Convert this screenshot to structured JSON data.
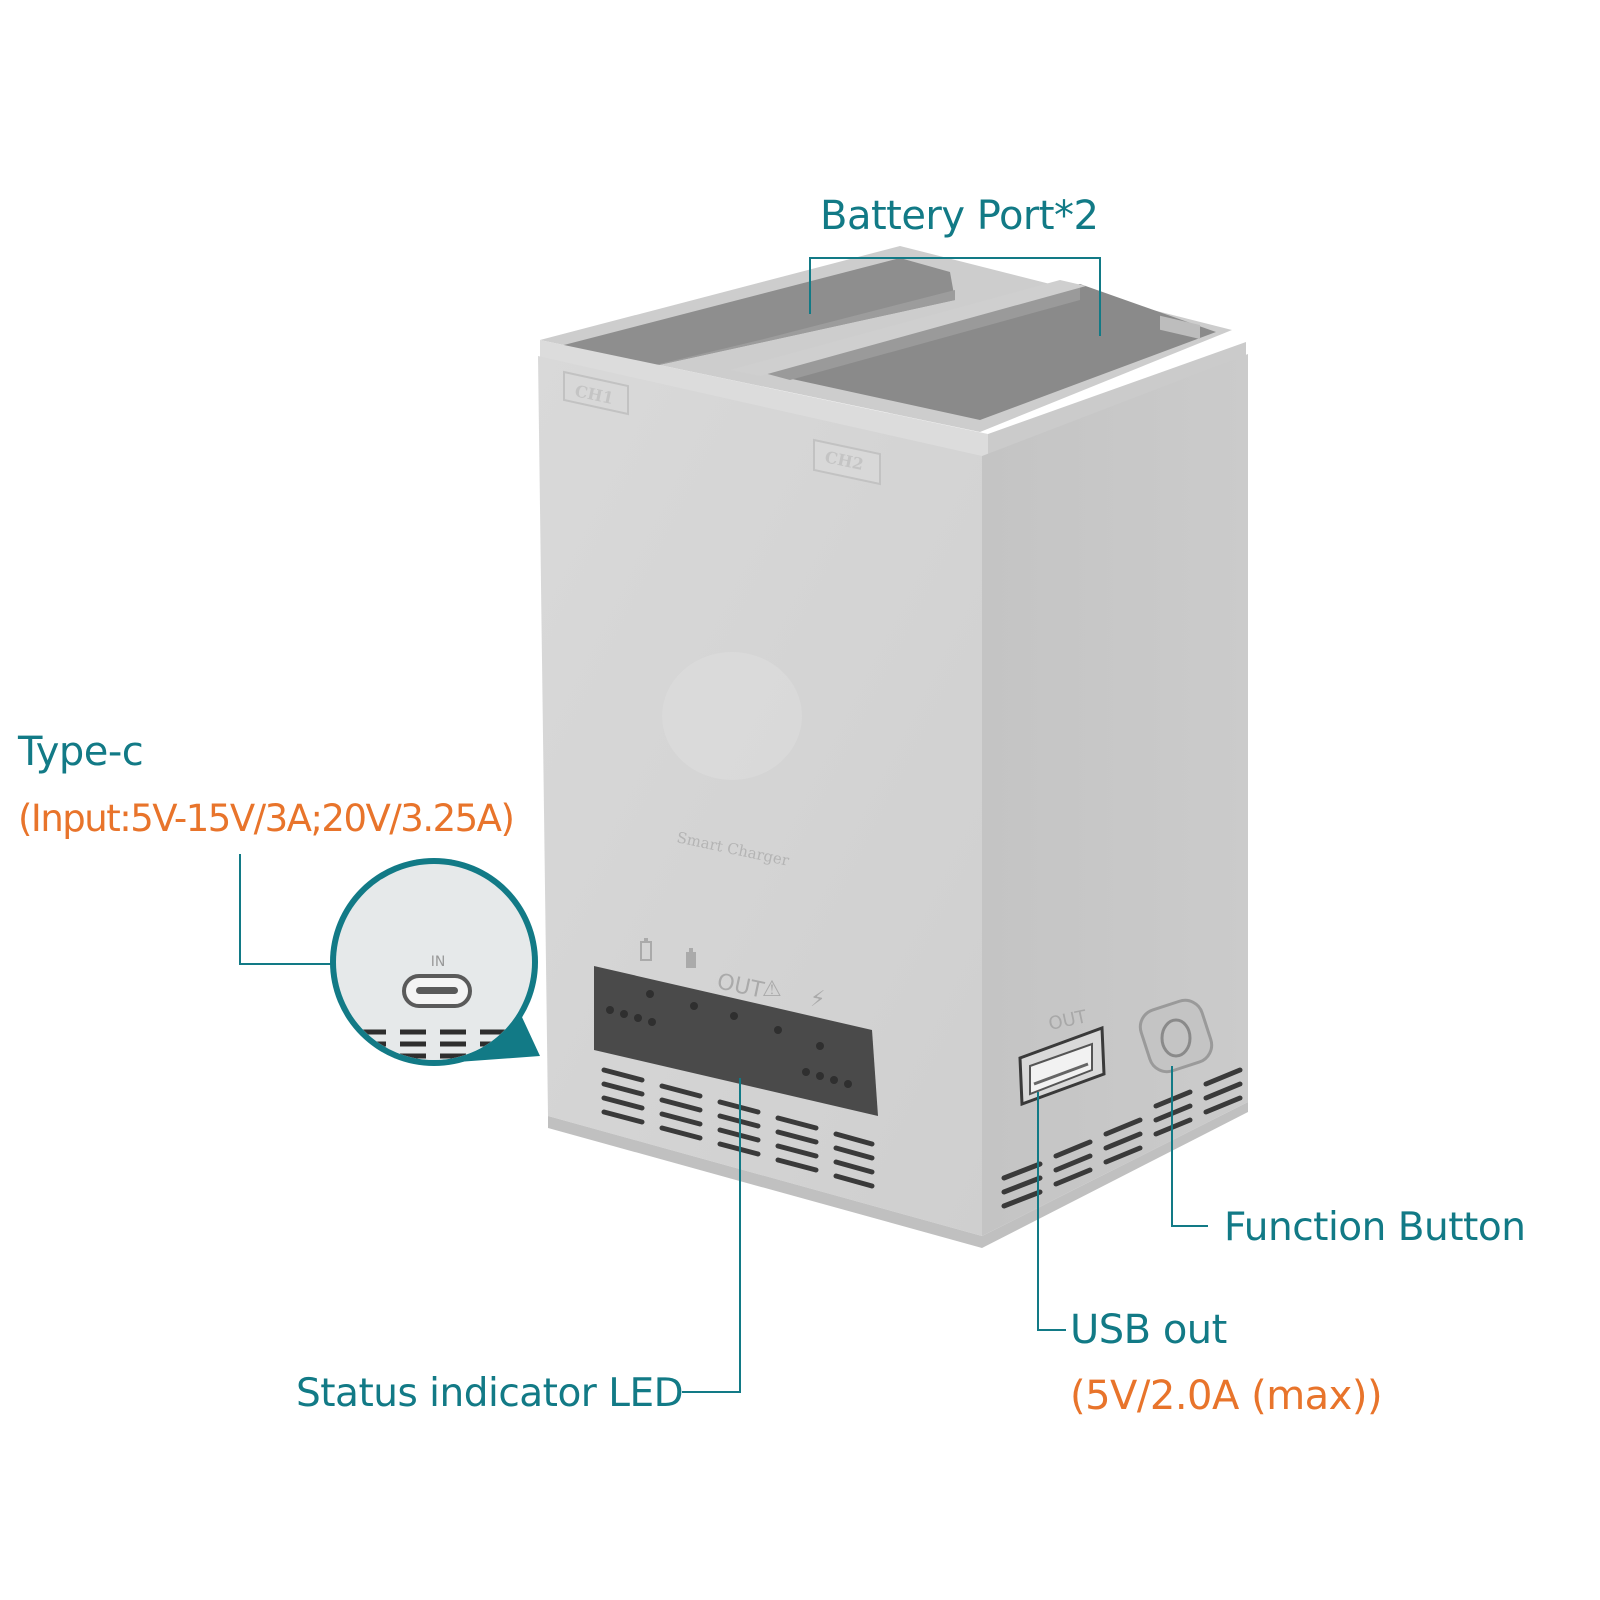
{
  "colors": {
    "label_teal": "#127a86",
    "spec_orange": "#e8742b",
    "leader_line": "#127a86",
    "body_front": "#d2d2d2",
    "body_side": "#c6c6c6",
    "led_panel": "#4a4a4a"
  },
  "labels": {
    "battery_port": "Battery Port*2",
    "type_c": {
      "title": "Type-c",
      "spec": "(Input:5V-15V/3A;20V/3.25A)"
    },
    "function_button": "Function Button",
    "usb_out": {
      "title": "USB out",
      "spec": "(5V/2.0A (max))"
    },
    "status_led": "Status indicator LED"
  },
  "device_markings": {
    "slot_1": "CH1",
    "slot_2": "CH2",
    "front_text": "Smart Charger",
    "led_out": "OUT",
    "usb_port": "OUT",
    "type_c_port": "IN"
  },
  "icons": {
    "led_row": [
      "battery-outline-icon",
      "battery-full-icon",
      "out-text",
      "warning-icon",
      "lightning-icon"
    ]
  }
}
